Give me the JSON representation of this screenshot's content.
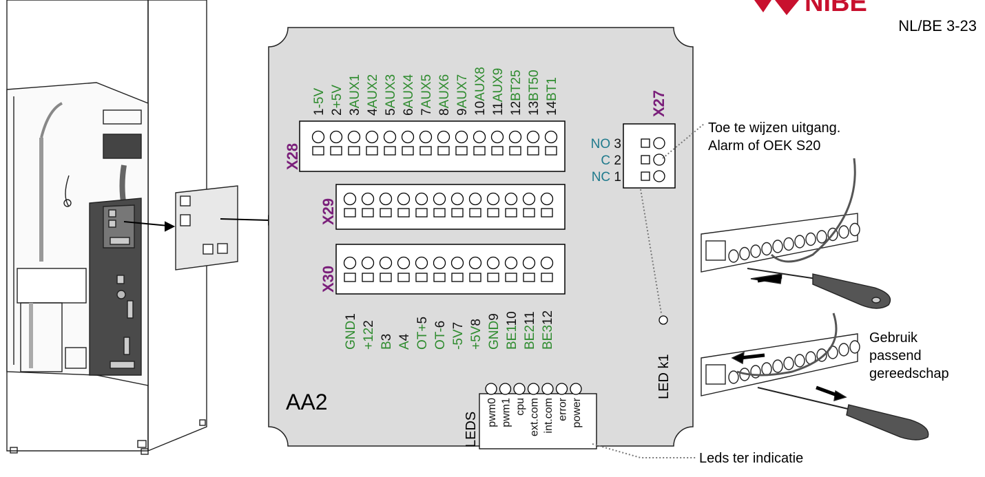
{
  "brand": {
    "logo_text": "NIBE",
    "logo_color": "#c8102e",
    "doc_code": "NL/BE 3-23"
  },
  "board": {
    "name": "AA2",
    "x28": {
      "label": "X28",
      "pins": [
        "1-5V",
        "2+5V",
        "3AUX1",
        "4AUX2",
        "5AUX3",
        "6AUX4",
        "7AUX5",
        "8AUX6",
        "9AUX7",
        "10AUX8",
        "11AUX9",
        "12BT25",
        "13BT50",
        "14BT1"
      ]
    },
    "x29": {
      "label": "X29"
    },
    "x30": {
      "label": "X30",
      "pins": [
        {
          "name": "GND",
          "num": "1"
        },
        {
          "name": "+12",
          "num": "2"
        },
        {
          "name": "B",
          "num": "3"
        },
        {
          "name": "A",
          "num": "4"
        },
        {
          "name": "OT+",
          "num": "5"
        },
        {
          "name": "OT-",
          "num": "6"
        },
        {
          "name": "-5V",
          "num": "7"
        },
        {
          "name": "+5V",
          "num": "8"
        },
        {
          "name": "GND",
          "num": "9"
        },
        {
          "name": "BE1",
          "num": "10"
        },
        {
          "name": "BE2",
          "num": "11"
        },
        {
          "name": "BE3",
          "num": "12"
        }
      ]
    },
    "x27": {
      "label": "X27",
      "pins": [
        {
          "name": "NO",
          "num": "3"
        },
        {
          "name": "C",
          "num": "2"
        },
        {
          "name": "NC",
          "num": "1"
        }
      ]
    },
    "led_k1": "LED k1",
    "leds": {
      "title": "LEDS",
      "items": [
        "pwm0",
        "pwm1",
        "cpu",
        "ext.com",
        "int.com",
        "error",
        "power"
      ]
    }
  },
  "callouts": {
    "output_line1": "Toe te wijzen uitgang.",
    "output_line2": "Alarm of OEK S20",
    "tool_line1": "Gebruik",
    "tool_line2": "passend",
    "tool_line3": "gereedschap",
    "leds": "Leds ter indicatie"
  },
  "colors": {
    "pin_name": "#2e8b2e",
    "connector_label": "#7a1f7a",
    "relay_label": "#1f7a8c",
    "board_fill": "#dcdcdc"
  }
}
